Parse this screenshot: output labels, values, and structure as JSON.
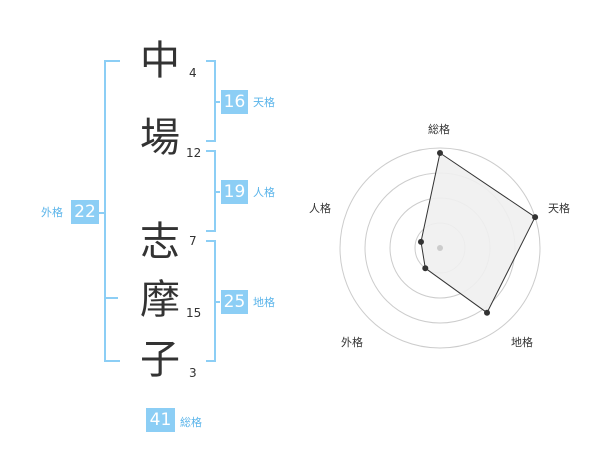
{
  "name": {
    "chars": [
      {
        "char": "中",
        "strokes": "4"
      },
      {
        "char": "場",
        "strokes": "12"
      },
      {
        "char": "志",
        "strokes": "7"
      },
      {
        "char": "摩",
        "strokes": "15"
      },
      {
        "char": "子",
        "strokes": "3"
      }
    ]
  },
  "grades": {
    "tenkaku": {
      "value": "16",
      "label": "天格"
    },
    "jinkaku": {
      "value": "19",
      "label": "人格"
    },
    "chikaku": {
      "value": "25",
      "label": "地格"
    },
    "gaikaku": {
      "value": "22",
      "label": "外格"
    },
    "soukaku": {
      "value": "41",
      "label": "総格"
    }
  },
  "colors": {
    "accent": "#8ccef5",
    "accent_text": "#5ab4ea",
    "text": "#333333"
  },
  "chart_data": {
    "type": "radar",
    "axes": [
      "総格",
      "天格",
      "地格",
      "外格",
      "人格"
    ],
    "values": [
      0.95,
      1.0,
      0.8,
      0.25,
      0.2
    ],
    "rings": 4,
    "range": [
      0,
      1
    ]
  }
}
